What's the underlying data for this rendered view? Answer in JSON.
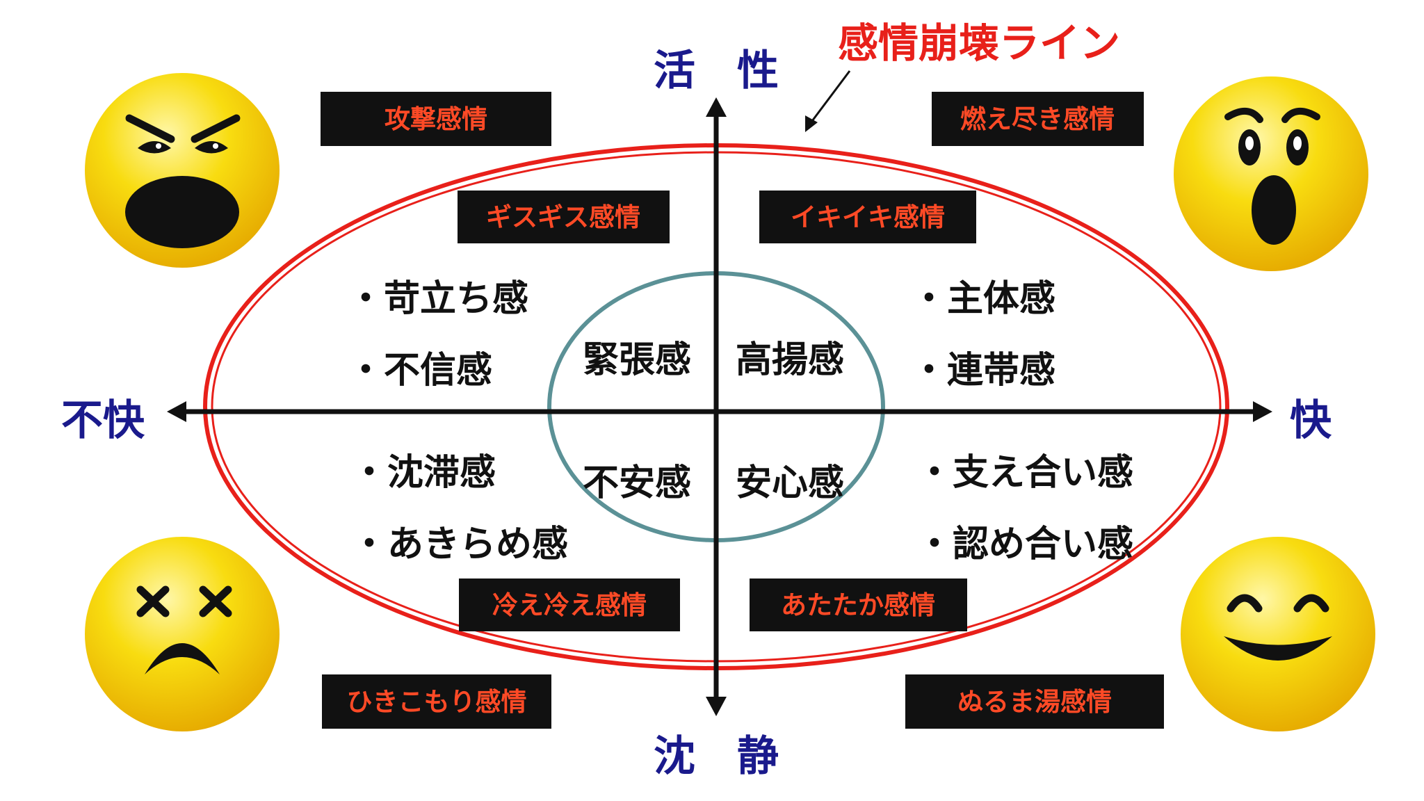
{
  "title": "感情崩壊ライン",
  "axes": {
    "top": "活　性",
    "bottom": "沈　静",
    "left": "不快",
    "right": "快"
  },
  "outer_boxes": {
    "top_left": "攻撃感情",
    "top_right": "燃え尽き感情",
    "bottom_left": "ひきこもり感情",
    "bottom_right": "ぬるま湯感情"
  },
  "inner_boxes": {
    "top_left": "ギスギス感情",
    "top_right": "イキイキ感情",
    "bottom_left": "冷え冷え感情",
    "bottom_right": "あたたか感情"
  },
  "items": {
    "top_left": [
      "・苛立ち感",
      "・不信感"
    ],
    "top_right": [
      "・主体感",
      "・連帯感"
    ],
    "bottom_left": [
      "・沈滞感",
      "・あきらめ感"
    ],
    "bottom_right": [
      "・支え合い感",
      "・認め合い感"
    ]
  },
  "center": {
    "top_left": "緊張感",
    "top_right": "高揚感",
    "bottom_left": "不安感",
    "bottom_right": "安心感"
  },
  "faces": {
    "top_left": "angry-face-icon",
    "top_right": "surprised-face-icon",
    "bottom_left": "dizzy-frown-face-icon",
    "bottom_right": "laughing-face-icon"
  },
  "colors": {
    "axis_label": "#1a1a8c",
    "title": "#e8201a",
    "ellipse": "#e8201a",
    "inner_circle": "#5b9196",
    "box_bg": "#111111",
    "box_text": "#ff4a26",
    "face": "#f5d20a"
  }
}
